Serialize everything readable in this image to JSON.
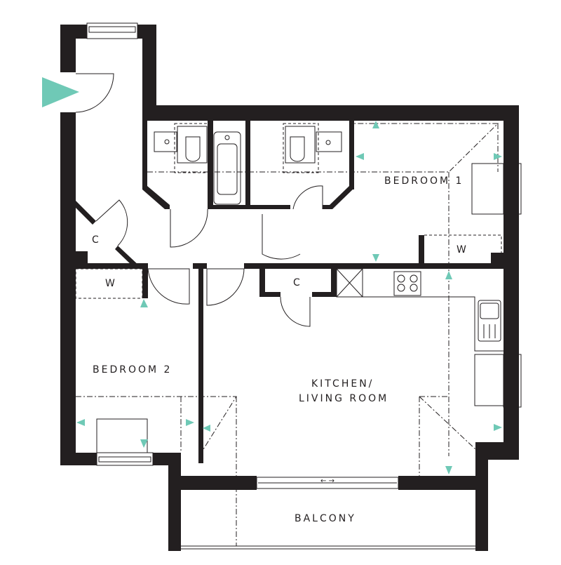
{
  "rooms": {
    "bedroom1": "BEDROOM 1",
    "bedroom2": "BEDROOM 2",
    "kitchen_line1": "KITCHEN/",
    "kitchen_line2": "LIVING ROOM",
    "balcony": "BALCONY",
    "cupboard_hall": "C",
    "cupboard_kitchen": "C",
    "wardrobe_bed1": "W",
    "wardrobe_bed2": "W"
  },
  "colors": {
    "wall": "#231f20",
    "marker": "#6fc9b6"
  },
  "icons": [
    "entrance-arrow-icon",
    "measurement-marker-icon",
    "hob-icon",
    "sink-icon",
    "bath-icon",
    "wc-icon",
    "basin-icon",
    "window-icon",
    "door-swing-icon"
  ]
}
